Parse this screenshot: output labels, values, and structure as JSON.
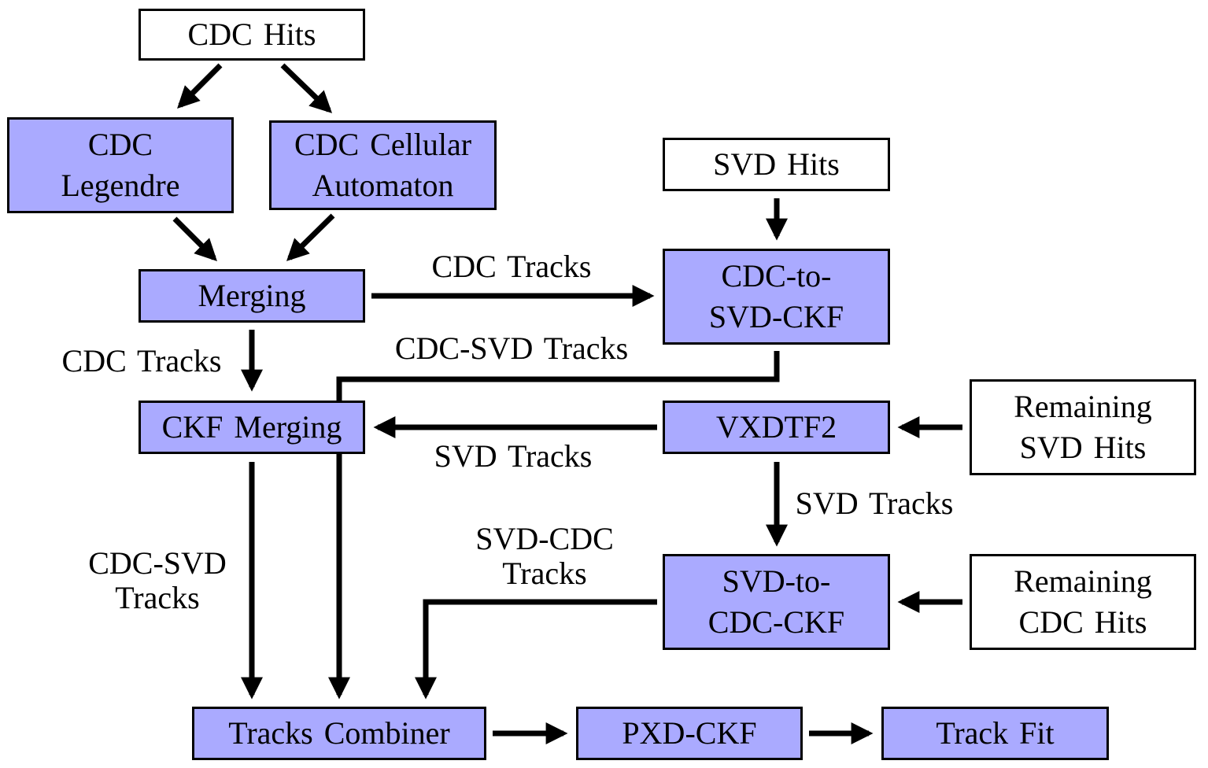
{
  "colors": {
    "process_fill": "#aaaaff",
    "input_fill": "#ffffff",
    "stroke": "#000000"
  },
  "nodes": {
    "cdc_hits": "CDC Hits",
    "cdc_legendre": [
      "CDC",
      "Legendre"
    ],
    "cdc_cellular_automaton": [
      "CDC Cellular",
      "Automaton"
    ],
    "svd_hits": "SVD Hits",
    "merging": "Merging",
    "cdc_to_svd_ckf": [
      "CDC-to-",
      "SVD-CKF"
    ],
    "ckf_merging": "CKF Merging",
    "vxdtf2": "VXDTF2",
    "remaining_svd_hits": [
      "Remaining",
      "SVD Hits"
    ],
    "svd_to_cdc_ckf": [
      "SVD-to-",
      "CDC-CKF"
    ],
    "remaining_cdc_hits": [
      "Remaining",
      "CDC Hits"
    ],
    "tracks_combiner": "Tracks Combiner",
    "pxd_ckf": "PXD-CKF",
    "track_fit": "Track Fit"
  },
  "edge_labels": {
    "merging_to_cdc_to_svd": "CDC Tracks",
    "merging_to_ckf_merging": "CDC Tracks",
    "cdc_to_svd_to_combiner": "CDC-SVD Tracks",
    "vxdtf2_to_ckf_merging": "SVD Tracks",
    "vxdtf2_to_svd_to_cdc": "SVD Tracks",
    "svd_to_cdc_to_combiner": [
      "SVD-CDC",
      "Tracks"
    ],
    "ckf_merging_to_combiner": [
      "CDC-SVD",
      "Tracks"
    ]
  }
}
